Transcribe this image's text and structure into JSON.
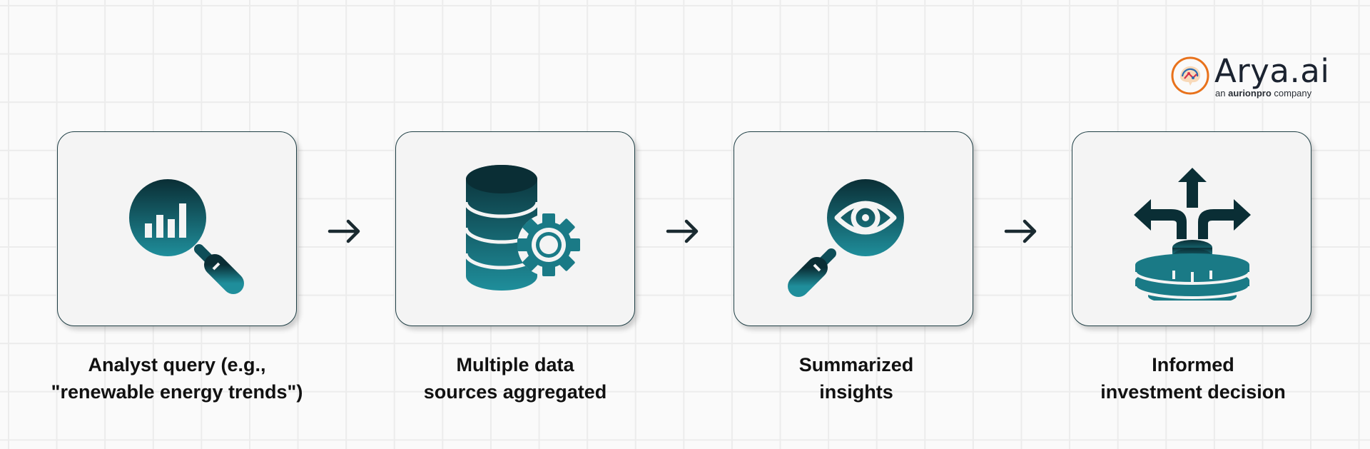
{
  "logo": {
    "name": "Arya.ai",
    "tagline_prefix": "an",
    "tagline_brand": "aurionpro",
    "tagline_suffix": "company"
  },
  "steps": [
    {
      "icon": "analytics-search-icon",
      "caption_line1": "Analyst query (e.g.,",
      "caption_line2": "\"renewable energy trends\")"
    },
    {
      "icon": "database-gear-icon",
      "caption_line1": "Multiple data",
      "caption_line2": "sources aggregated"
    },
    {
      "icon": "eye-search-icon",
      "caption_line1": "Summarized",
      "caption_line2": "insights"
    },
    {
      "icon": "coins-decision-arrows-icon",
      "caption_line1": "Informed",
      "caption_line2": "investment decision"
    }
  ],
  "colors": {
    "icon_dark": "#0a2e35",
    "icon_light": "#1f8e9b",
    "card_border": "#1f3f45",
    "arrow": "#1a2a30"
  }
}
